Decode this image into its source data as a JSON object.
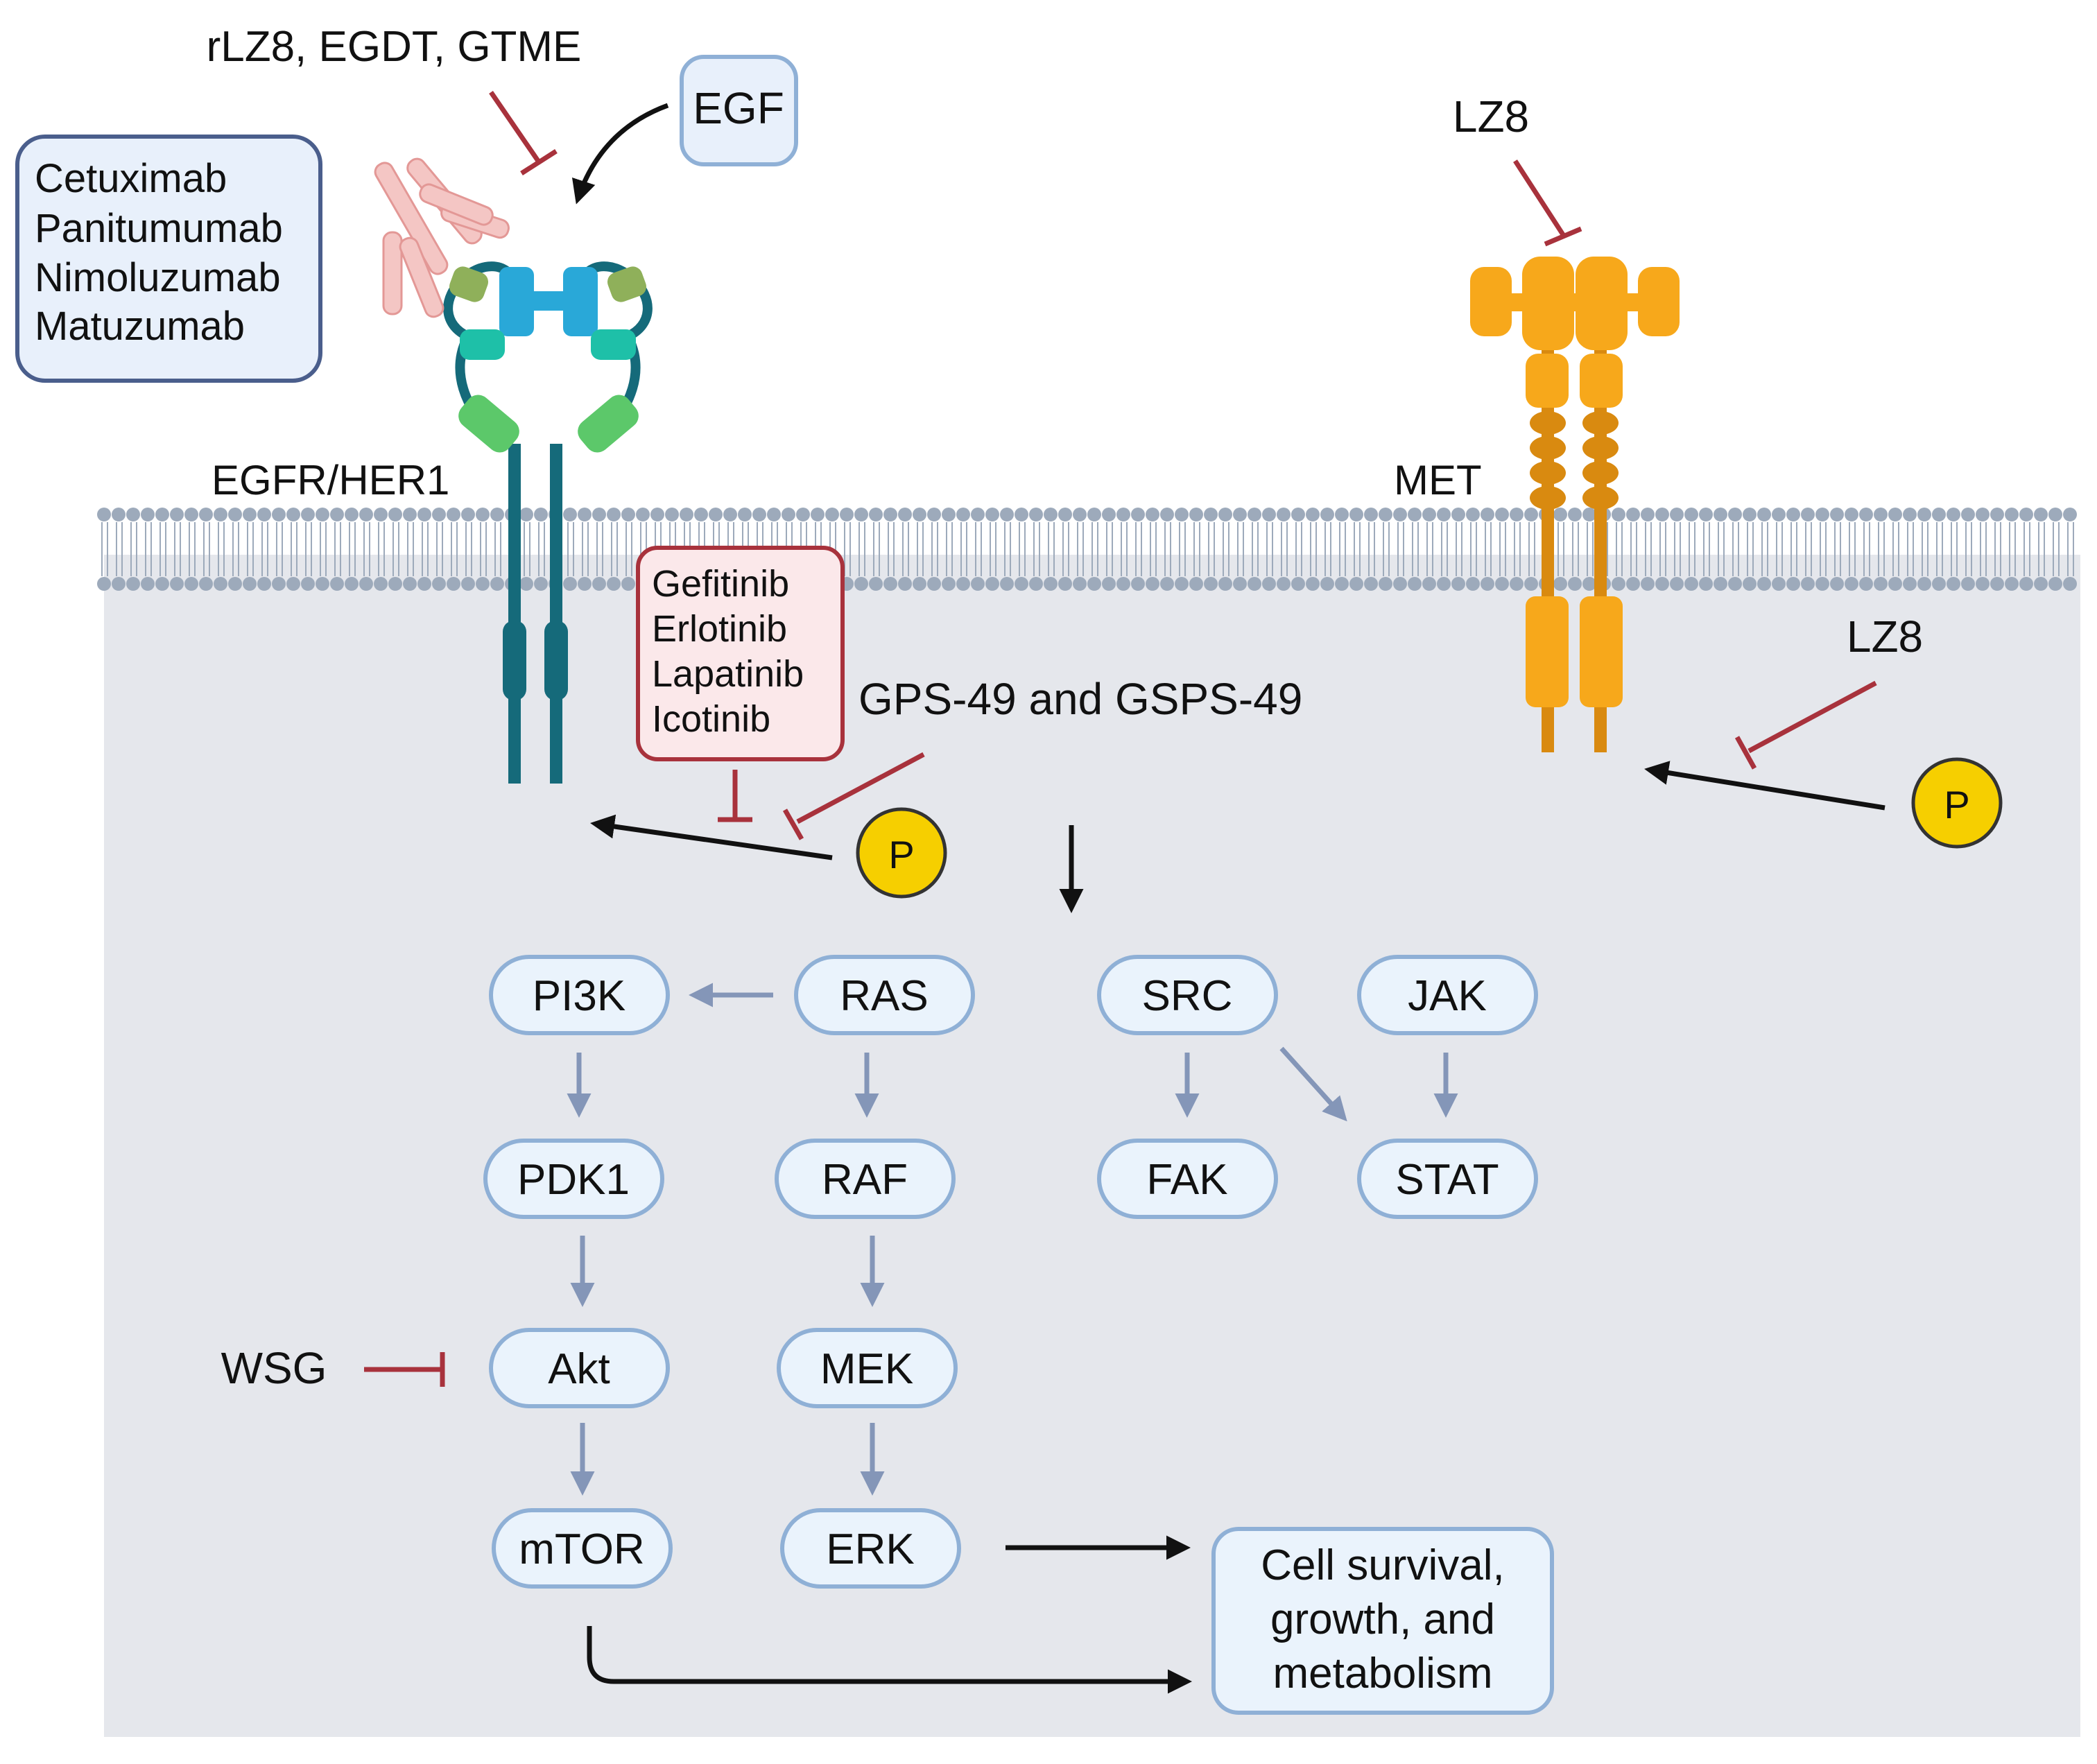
{
  "top_inhibitors_label": "rLZ8, EGDT, GTME",
  "egf_label": "EGF",
  "antibodies": [
    "Cetuximab",
    "Panitumumab",
    "Nimoluzumab",
    "Matuzumab"
  ],
  "egfr_label": "EGFR/HER1",
  "met_label": "MET",
  "lz8_top_label": "LZ8",
  "lz8_mid_label": "LZ8",
  "tkis": [
    "Gefitinib",
    "Erlotinib",
    "Lapatinib",
    "Icotinib"
  ],
  "gps_label": "GPS-49 and GSPS-49",
  "phospho_label": "P",
  "wsg_label": "WSG",
  "nodes": {
    "pi3k": "PI3K",
    "ras": "RAS",
    "src": "SRC",
    "jak": "JAK",
    "pdk1": "PDK1",
    "raf": "RAF",
    "fak": "FAK",
    "stat": "STAT",
    "akt": "Akt",
    "mek": "MEK",
    "mtor": "mTOR",
    "erk": "ERK"
  },
  "outcome_lines": [
    "Cell survival,",
    "growth, and",
    "metabolism"
  ],
  "colors": {
    "cytoplasm": "#e5e7ec",
    "membrane_dot": "#9daabb",
    "node_fill": "#eaf3fc",
    "node_stroke": "#8fb0d6",
    "pathway_arrow": "#8496b8",
    "inhibit": "#a8323c",
    "antibody_box_fill": "#e8f0fb",
    "antibody_box_stroke": "#4a5e8c",
    "tki_box_fill": "#fbe8ea",
    "tki_box_stroke": "#a8323c",
    "egfr_stalk": "#156a7a",
    "egfr_blue": "#29a8d8",
    "egfr_teal": "#1ec0a8",
    "egfr_green": "#5cc86a",
    "egfr_olive": "#8fb05a",
    "met_orange": "#f7a81b",
    "met_dark": "#d98a10",
    "phospho_fill": "#f6cf00",
    "antibody_pink": "#f4c6c4"
  }
}
